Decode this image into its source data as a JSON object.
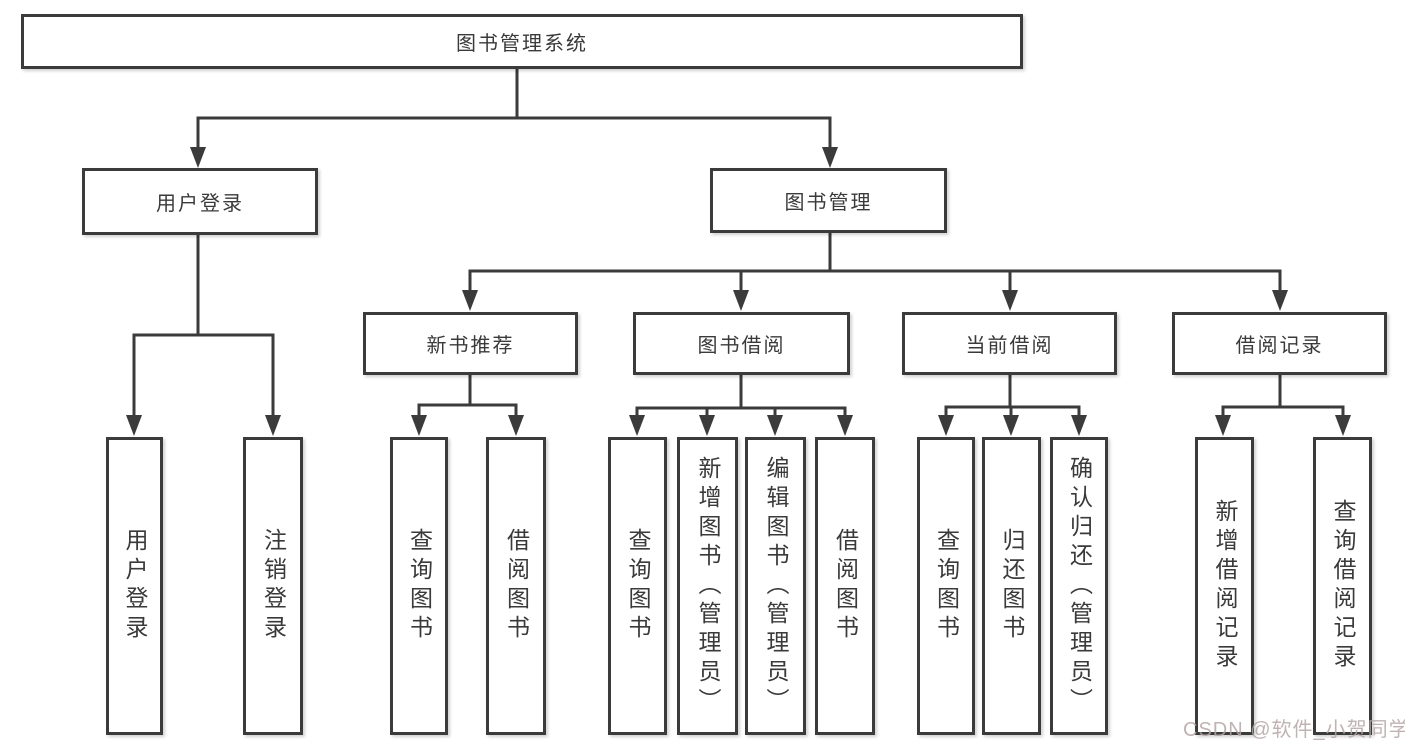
{
  "diagram": {
    "colors": {
      "background": "#ffffff",
      "line": "#3b3b3b",
      "box_border": "#3b3b3b",
      "text": "#3a3a3a",
      "watermark": "#b5a6a6"
    },
    "watermark": "CSDN @软件_小贺同学",
    "nodes": {
      "root": {
        "label": "图书管理系统"
      },
      "user_login": {
        "label": "用户登录"
      },
      "book_management": {
        "label": "图书管理"
      },
      "new_book_recommend": {
        "label": "新书推荐"
      },
      "book_borrow": {
        "label": "图书借阅"
      },
      "current_borrow": {
        "label": "当前借阅"
      },
      "borrow_records": {
        "label": "借阅记录"
      },
      "leaf_user_login": {
        "label": "用户登录"
      },
      "leaf_logout": {
        "label": "注销登录"
      },
      "leaf_nb_query": {
        "label": "查询图书"
      },
      "leaf_nb_borrow": {
        "label": "借阅图书"
      },
      "leaf_bb_query": {
        "label": "查询图书"
      },
      "leaf_bb_add": {
        "label": "新增图书（管理员）"
      },
      "leaf_bb_edit": {
        "label": "编辑图书（管理员）"
      },
      "leaf_bb_borrow": {
        "label": "借阅图书"
      },
      "leaf_cb_query": {
        "label": "查询图书"
      },
      "leaf_cb_return": {
        "label": "归还图书"
      },
      "leaf_cb_confirm": {
        "label": "确认归还（管理员）"
      },
      "leaf_br_add": {
        "label": "新增借阅记录"
      },
      "leaf_br_query": {
        "label": "查询借阅记录"
      }
    },
    "hierarchy": {
      "root": [
        "user_login",
        "book_management"
      ],
      "user_login": [
        "leaf_user_login",
        "leaf_logout"
      ],
      "book_management": [
        "new_book_recommend",
        "book_borrow",
        "current_borrow",
        "borrow_records"
      ],
      "new_book_recommend": [
        "leaf_nb_query",
        "leaf_nb_borrow"
      ],
      "book_borrow": [
        "leaf_bb_query",
        "leaf_bb_add",
        "leaf_bb_edit",
        "leaf_bb_borrow"
      ],
      "current_borrow": [
        "leaf_cb_query",
        "leaf_cb_return",
        "leaf_cb_confirm"
      ],
      "borrow_records": [
        "leaf_br_add",
        "leaf_br_query"
      ]
    }
  }
}
